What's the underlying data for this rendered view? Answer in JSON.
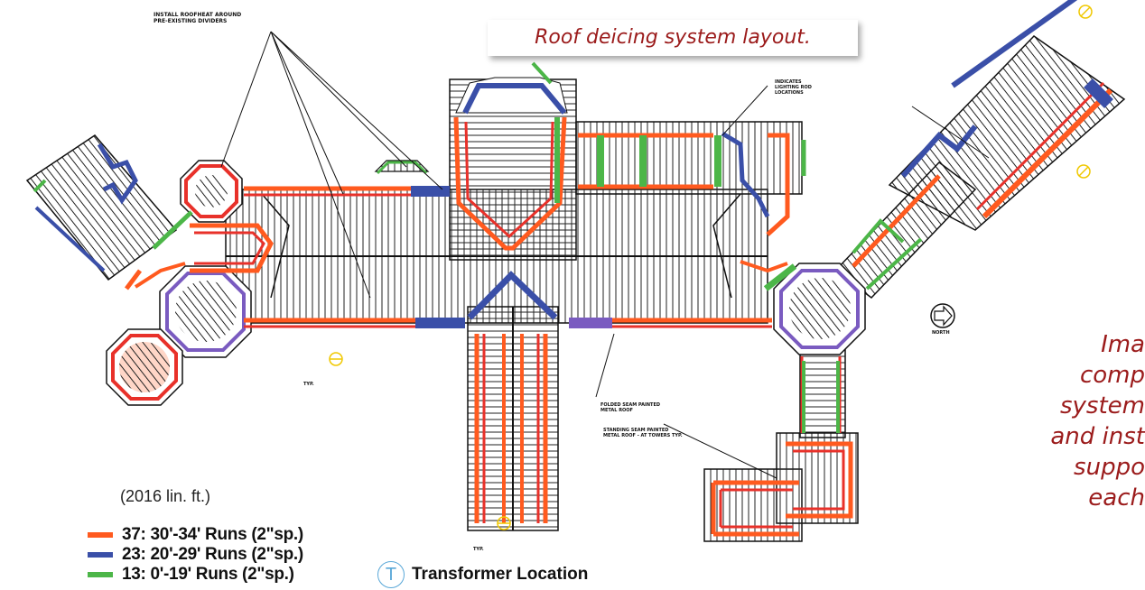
{
  "caption": "Roof deicing system layout.",
  "side_note": [
    "Ima",
    "comp",
    "system",
    "and inst",
    "suppo",
    "each"
  ],
  "total_length": "(2016 lin. ft.)",
  "legend": [
    {
      "label": "37: 30'-34' Runs (2\"sp.)",
      "color": "#ff5a1f"
    },
    {
      "label": "23: 20'-29' Runs (2\"sp.)",
      "color": "#3a4fa8"
    },
    {
      "label": "13: 0'-19' Runs (2\"sp.)",
      "color": "#4cb648"
    }
  ],
  "transformer": {
    "symbol": "T",
    "label": "Transformer Location"
  },
  "callouts": {
    "roofheat": [
      "INSTALL ROOFHEAT AROUND",
      "PRE-EXISTING DIVIDERS"
    ],
    "lightning": [
      "INDICATES",
      "LIGHTING ROD",
      "LOCATIONS"
    ],
    "folded": [
      "FOLDED SEAM PAINTED",
      "METAL ROOF"
    ],
    "standing": [
      "STANDING SEAM PAINTED",
      "METAL ROOF - AT TOWERS TYP."
    ],
    "typ": "TYP.",
    "north": "NORTH"
  },
  "colors": {
    "orange": "#ff5a1f",
    "red": "#e8312a",
    "blue": "#3a4fa8",
    "green": "#4cb648",
    "purple": "#7a5bc0",
    "ink": "#111111"
  }
}
